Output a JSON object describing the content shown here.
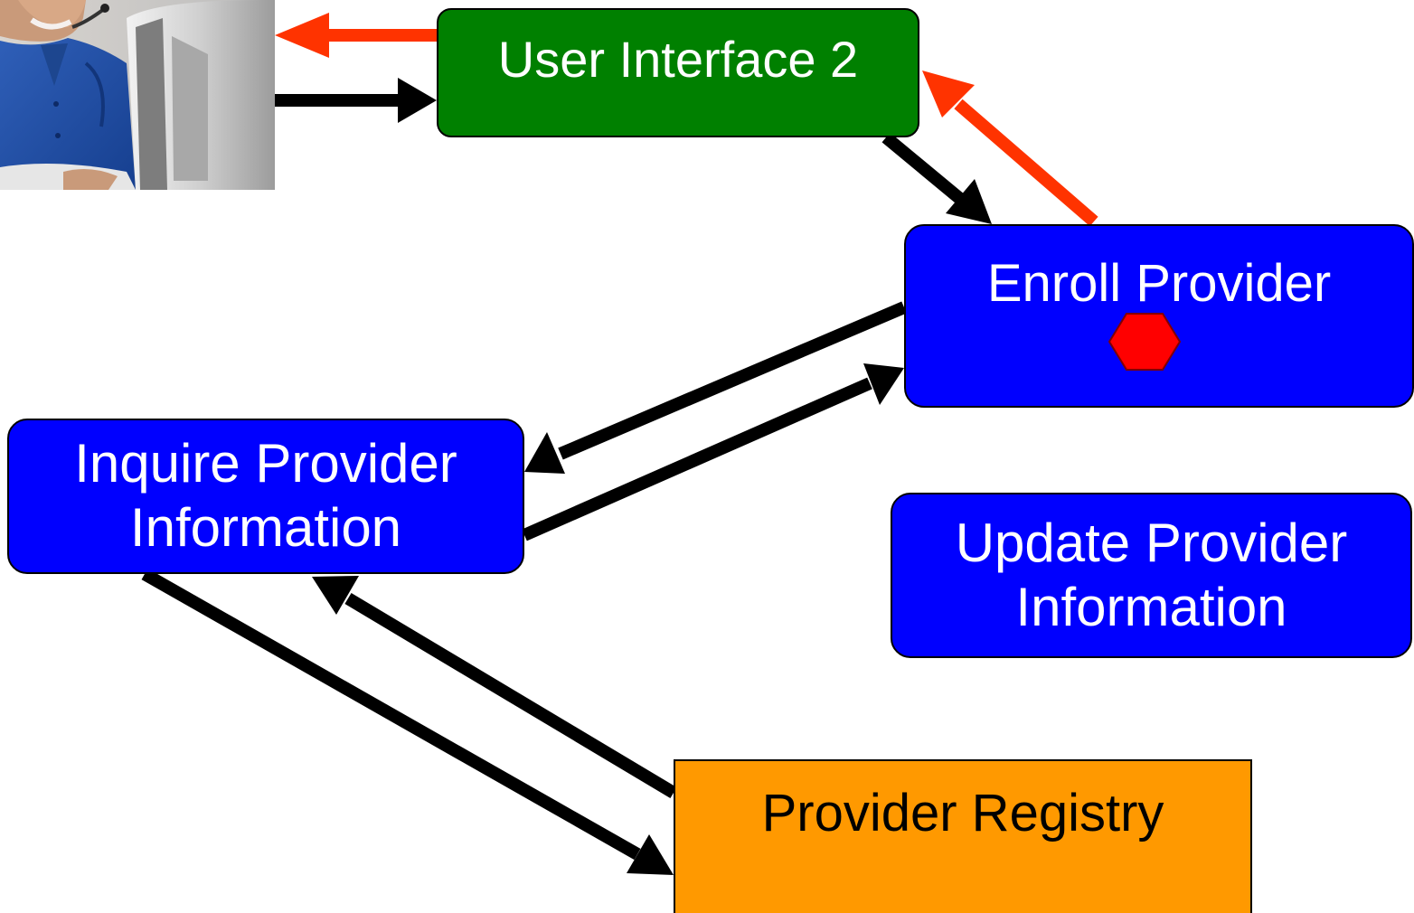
{
  "nodes": {
    "user_interface": {
      "label": "User Interface 2",
      "color": "#008000"
    },
    "enroll_provider": {
      "label": "Enroll Provider",
      "color": "#0000ff"
    },
    "inquire_provider": {
      "label": "Inquire Provider\nInformation",
      "color": "#0000ff"
    },
    "update_provider": {
      "label": "Update Provider\nInformation",
      "color": "#0000ff"
    },
    "provider_registry": {
      "label": "Provider Registry",
      "color": "#ff9900"
    }
  },
  "photo": {
    "subject": "person-with-headset-at-computer"
  },
  "marker": {
    "shape": "hexagon",
    "color": "#ff0000"
  },
  "arrow_colors": {
    "request": "#000000",
    "response": "#ff3300"
  }
}
